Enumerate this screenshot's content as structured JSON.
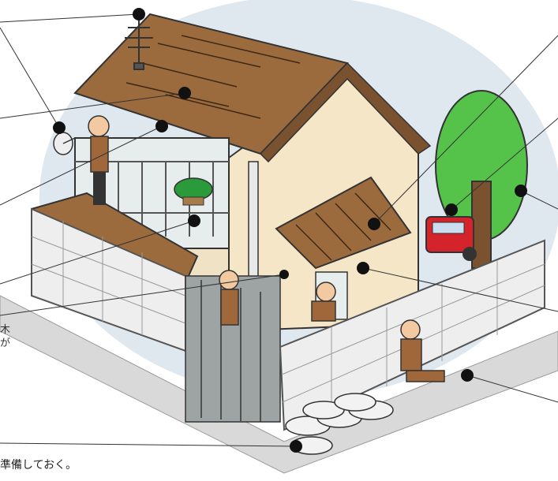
{
  "text_fragments": {
    "tree_note_line1": "木",
    "tree_note_line2": "が",
    "caption": "準備しておく。"
  },
  "colors": {
    "background_sky": "#dfe8ef",
    "roof": "#9b6b3e",
    "wall_house": "#f5e6c7",
    "block_wall": "#eeeeee",
    "tree_foliage": "#55c24a",
    "car": "#d4232b",
    "person_suit": "#a0673b",
    "callout_dot": "#111111"
  },
  "icons": [
    "house-illustration",
    "tv-antenna-icon",
    "satellite-dish-icon",
    "tree-icon",
    "car-icon",
    "sandbag-icon"
  ]
}
